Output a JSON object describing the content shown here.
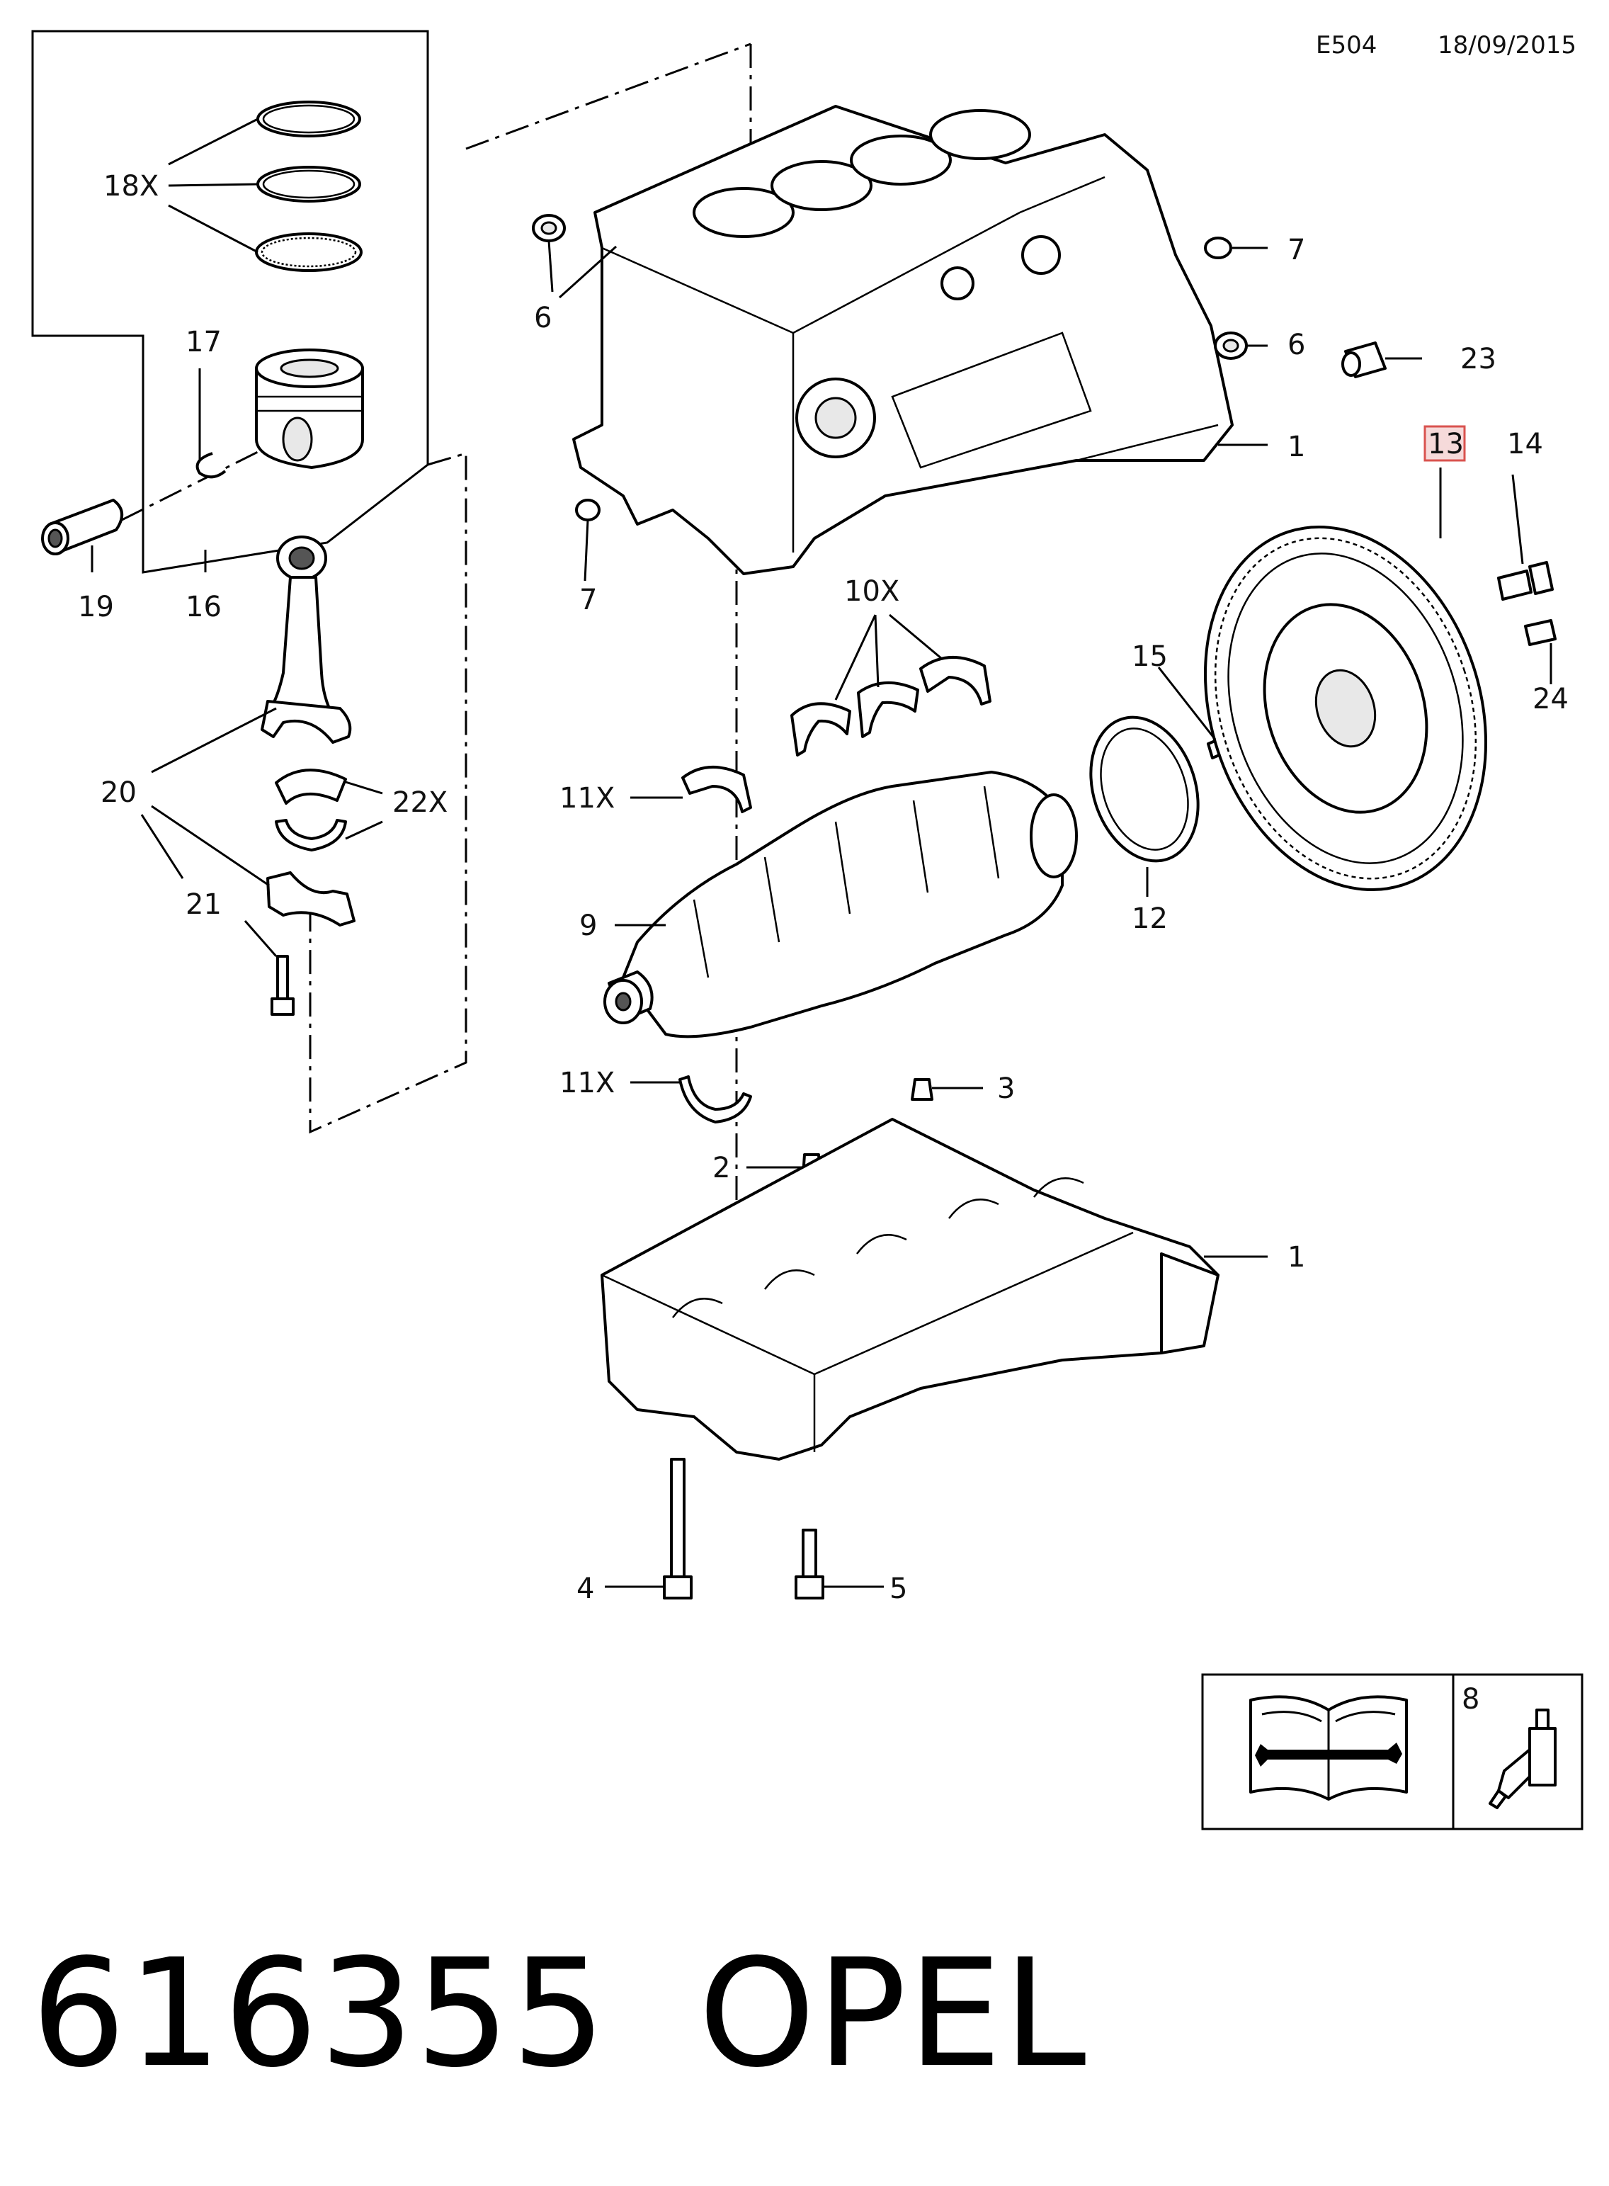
{
  "header": {
    "code": "E504",
    "date": "18/09/2015"
  },
  "footer": {
    "part_number": "616355",
    "brand": "OPEL"
  },
  "highlight_index": 20,
  "callouts": [
    {
      "text": "18X"
    },
    {
      "text": "17"
    },
    {
      "text": "19"
    },
    {
      "text": "16"
    },
    {
      "text": "20"
    },
    {
      "text": "22X"
    },
    {
      "text": "21"
    },
    {
      "text": "6"
    },
    {
      "text": "7"
    },
    {
      "text": "7"
    },
    {
      "text": "6"
    },
    {
      "text": "23"
    },
    {
      "text": "1"
    },
    {
      "text": "10X"
    },
    {
      "text": "11X"
    },
    {
      "text": "9"
    },
    {
      "text": "11X"
    },
    {
      "text": "15"
    },
    {
      "text": "12"
    },
    {
      "text": "14"
    },
    {
      "text": "13"
    },
    {
      "text": "24"
    },
    {
      "text": "3"
    },
    {
      "text": "2"
    },
    {
      "text": "1"
    },
    {
      "text": "4"
    },
    {
      "text": "5"
    },
    {
      "text": "8"
    }
  ],
  "icons": [
    "repair-manual-icon",
    "sealant-tube-icon"
  ]
}
